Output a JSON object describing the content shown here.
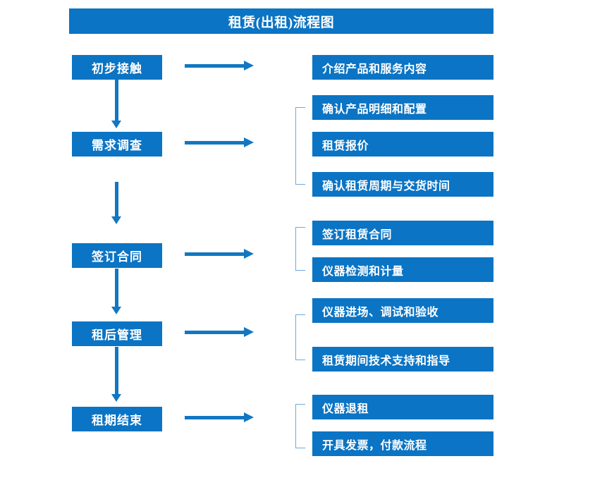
{
  "diagram": {
    "title": "租赁(出租)流程图",
    "colors": {
      "box_fill": "#0B74C4",
      "box_text": "#FFFFFF",
      "arrow": "#1277C2",
      "bracket": "#6FA8DC",
      "background": "#FFFFFF"
    },
    "stages": [
      {
        "label": "初步接触",
        "details": [
          "介绍产品和服务内容"
        ]
      },
      {
        "label": "需求调查",
        "details": [
          "确认产品明细和配置",
          "租赁报价",
          "确认租赁周期与交货时间"
        ]
      },
      {
        "label": "签订合同",
        "details": [
          "签订租赁合同",
          "仪器检测和计量"
        ]
      },
      {
        "label": "租后管理",
        "details": [
          "仪器进场、调试和验收",
          "租赁期间技术支持和指导"
        ]
      },
      {
        "label": "租期结束",
        "details": [
          "仪器退租",
          "开具发票，付款流程"
        ]
      }
    ]
  }
}
